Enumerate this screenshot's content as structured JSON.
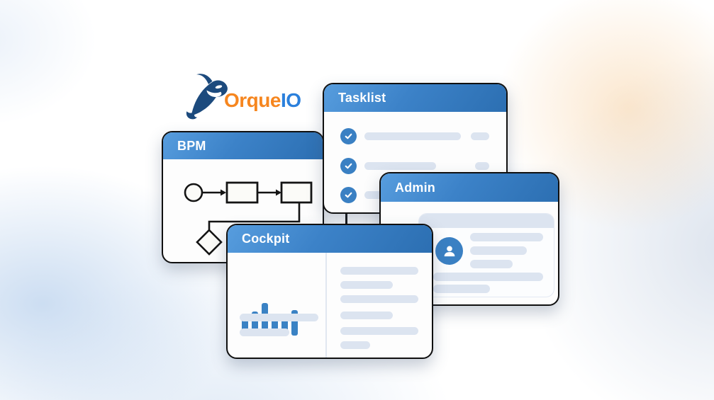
{
  "logo": {
    "icon": "orca-icon",
    "text_primary": "Orque",
    "text_secondary": "IO",
    "color_primary": "#F6861F",
    "color_secondary": "#2B80DC"
  },
  "theme": {
    "header_gradient_start": "#579DDE",
    "header_gradient_end": "#2C6FB2",
    "card_border_color": "#101010",
    "card_background": "#FDFDFD",
    "accent_blue": "#3A80C3",
    "placeholder_gray": "#DCE4F0",
    "orca_navy": "#1C4A7D",
    "background_blob_blue": "#C9DBF0",
    "background_blob_orange": "#F7D9B8"
  },
  "cards": {
    "bpm": {
      "title": "BPM",
      "diagram_nodes": [
        "start-event",
        "task",
        "task",
        "exclusive-gateway"
      ]
    },
    "tasklist": {
      "title": "Tasklist",
      "task_count": 3,
      "all_tasks_checked": true
    },
    "admin": {
      "title": "Admin",
      "has_user_profile": true
    },
    "cockpit": {
      "title": "Cockpit",
      "bar_values": [
        23,
        34,
        46,
        24,
        31,
        36
      ]
    }
  }
}
